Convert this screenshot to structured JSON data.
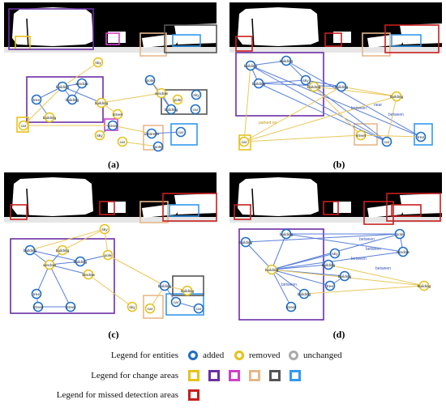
{
  "colors": {
    "added": "#1f6fc8",
    "removed": "#e6c21a",
    "unchanged": "#aaaaaa",
    "change_areas": [
      "#e6c21a",
      "#6a2fa5",
      "#d040c8",
      "#e6b88a",
      "#555555",
      "#3399ee"
    ],
    "missed": "#c81e1e",
    "edge_blue": "#5a7fd8",
    "edge_yellow": "#e9c85a"
  },
  "panels": {
    "a": {
      "caption": "(a)",
      "nodes": [
        {
          "id": "sky1",
          "label": "sky",
          "kind": "removed"
        },
        {
          "id": "b1",
          "label": "building",
          "kind": "added"
        },
        {
          "id": "b2",
          "label": "building",
          "kind": "added"
        },
        {
          "id": "w1",
          "label": "window",
          "kind": "added"
        },
        {
          "id": "p1",
          "label": "pole",
          "kind": "added"
        },
        {
          "id": "b3",
          "label": "building",
          "kind": "removed"
        },
        {
          "id": "wa",
          "label": "window",
          "kind": "removed"
        },
        {
          "id": "car",
          "label": "car",
          "kind": "removed"
        },
        {
          "id": "pole2",
          "label": "pole",
          "kind": "removed"
        },
        {
          "id": "b4",
          "label": "building",
          "kind": "added"
        },
        {
          "id": "sky2",
          "label": "sky",
          "kind": "added"
        },
        {
          "id": "car2",
          "label": "car",
          "kind": "added"
        },
        {
          "id": "st1",
          "label": "street",
          "kind": "added"
        },
        {
          "id": "ub",
          "label": "umbrella",
          "kind": "added"
        },
        {
          "id": "st2",
          "label": "street",
          "kind": "removed"
        },
        {
          "id": "sky3",
          "label": "sky",
          "kind": "removed"
        },
        {
          "id": "car3",
          "label": "car",
          "kind": "removed"
        },
        {
          "id": "pole3",
          "label": "pole",
          "kind": "added"
        },
        {
          "id": "b5",
          "label": "building",
          "kind": "removed"
        },
        {
          "id": "tree",
          "label": "tree",
          "kind": "added"
        },
        {
          "id": "car4",
          "label": "car",
          "kind": "added"
        }
      ]
    },
    "b": {
      "caption": "(b)",
      "nodes": [
        {
          "id": "b1",
          "label": "building",
          "kind": "added"
        },
        {
          "id": "b2",
          "label": "building",
          "kind": "added"
        },
        {
          "id": "sky",
          "label": "sky",
          "kind": "added"
        },
        {
          "id": "b3",
          "label": "building",
          "kind": "added"
        },
        {
          "id": "b4",
          "label": "building",
          "kind": "added"
        },
        {
          "id": "b5",
          "label": "building",
          "kind": "removed"
        },
        {
          "id": "b6",
          "label": "building",
          "kind": "removed"
        },
        {
          "id": "car",
          "label": "car",
          "kind": "removed"
        },
        {
          "id": "street",
          "label": "street",
          "kind": "removed"
        },
        {
          "id": "car2",
          "label": "car",
          "kind": "added"
        },
        {
          "id": "tree",
          "label": "tree",
          "kind": "added"
        }
      ],
      "edge_labels": [
        "parked on",
        "between",
        "near",
        "between"
      ]
    },
    "c": {
      "caption": "(c)",
      "nodes": [
        {
          "id": "sky",
          "label": "sky",
          "kind": "removed"
        },
        {
          "id": "b1",
          "label": "building",
          "kind": "added"
        },
        {
          "id": "wa",
          "label": "window",
          "kind": "removed"
        },
        {
          "id": "b2",
          "label": "building",
          "kind": "added"
        },
        {
          "id": "pole",
          "label": "pole",
          "kind": "removed"
        },
        {
          "id": "b3",
          "label": "building",
          "kind": "removed"
        },
        {
          "id": "window",
          "label": "window",
          "kind": "removed"
        },
        {
          "id": "b4",
          "label": "building",
          "kind": "added"
        },
        {
          "id": "tree",
          "label": "tree",
          "kind": "added"
        },
        {
          "id": "street",
          "label": "street",
          "kind": "added"
        },
        {
          "id": "street2",
          "label": "street",
          "kind": "added"
        },
        {
          "id": "b5",
          "label": "building",
          "kind": "removed"
        },
        {
          "id": "sky2",
          "label": "sky",
          "kind": "removed"
        },
        {
          "id": "car",
          "label": "car",
          "kind": "removed"
        },
        {
          "id": "car2",
          "label": "car",
          "kind": "added"
        },
        {
          "id": "car3",
          "label": "car",
          "kind": "added"
        }
      ]
    },
    "d": {
      "caption": "(d)",
      "nodes": [
        {
          "id": "b1",
          "label": "building",
          "kind": "added"
        },
        {
          "id": "b2",
          "label": "building",
          "kind": "added"
        },
        {
          "id": "pole",
          "label": "pole",
          "kind": "added"
        },
        {
          "id": "window",
          "label": "window",
          "kind": "added"
        },
        {
          "id": "b3",
          "label": "building",
          "kind": "removed"
        },
        {
          "id": "sky",
          "label": "sky",
          "kind": "added"
        },
        {
          "id": "b4",
          "label": "building",
          "kind": "added"
        },
        {
          "id": "b5",
          "label": "building",
          "kind": "added"
        },
        {
          "id": "tree",
          "label": "tree",
          "kind": "added"
        },
        {
          "id": "b6",
          "label": "building",
          "kind": "added"
        },
        {
          "id": "b7",
          "label": "building",
          "kind": "removed"
        },
        {
          "id": "street",
          "label": "street",
          "kind": "added"
        }
      ],
      "edge_labels": [
        "between",
        "between",
        "between",
        "between",
        "between"
      ]
    }
  },
  "legend": {
    "entities_label": "Legend for entities",
    "added": "added",
    "removed": "removed",
    "unchanged": "unchanged",
    "change_areas_label": "Legend for change areas",
    "missed_label": "Legend for missed detection areas"
  }
}
